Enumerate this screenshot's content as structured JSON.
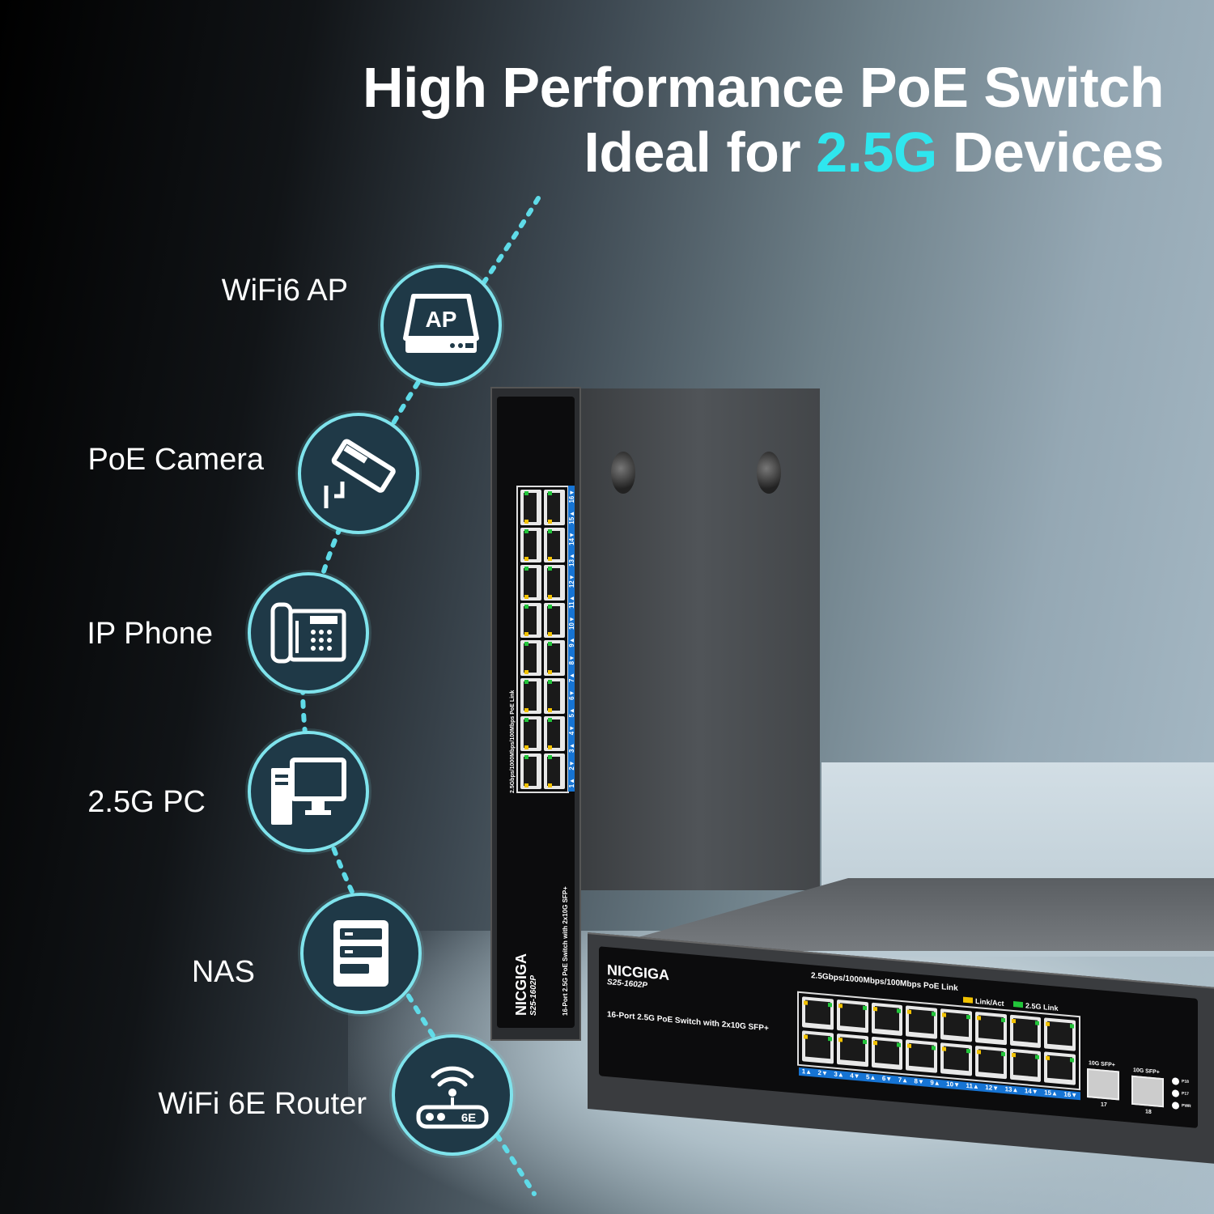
{
  "headline": {
    "line1": "High Performance PoE Switch",
    "line2_pre": "Ideal for ",
    "line2_accent": "2.5G",
    "line2_post": " Devices",
    "accent_color": "#2fe6ee"
  },
  "devices": [
    {
      "label": "WiFi6 AP",
      "icon": "access-point-icon",
      "icon_text": "AP"
    },
    {
      "label": "PoE Camera",
      "icon": "security-camera-icon"
    },
    {
      "label": "IP Phone",
      "icon": "desk-phone-icon"
    },
    {
      "label": "2.5G PC",
      "icon": "desktop-pc-icon"
    },
    {
      "label": "NAS",
      "icon": "nas-server-icon"
    },
    {
      "label": "WiFi 6E Router",
      "icon": "wifi-router-icon",
      "icon_text": "6E"
    }
  ],
  "switch": {
    "brand": "NICGIGA",
    "model": "S25-1602P",
    "description": "16-Port 2.5G PoE Switch with 2x10G SFP+",
    "port_header": "2.5Gbps/1000Mbps/100Mbps PoE Link",
    "legend_linkact": "Link/Act",
    "legend_25g": "2.5G Link",
    "port_labels": [
      "1▲",
      "2▼",
      "3▲",
      "4▼",
      "5▲",
      "6▼",
      "7▲",
      "8▼",
      "9▲",
      "10▼",
      "11▲",
      "12▼",
      "13▲",
      "14▼",
      "15▲",
      "16▼"
    ],
    "sfp": [
      {
        "label": "10G SFP+",
        "number": "17"
      },
      {
        "label": "10G SFP+",
        "number": "18"
      }
    ],
    "status_leds": [
      "P18",
      "P17",
      "PWR"
    ],
    "colors": {
      "link_act": "#f2c200",
      "link_25g": "#22c53a",
      "strip": "#1674d4"
    }
  }
}
